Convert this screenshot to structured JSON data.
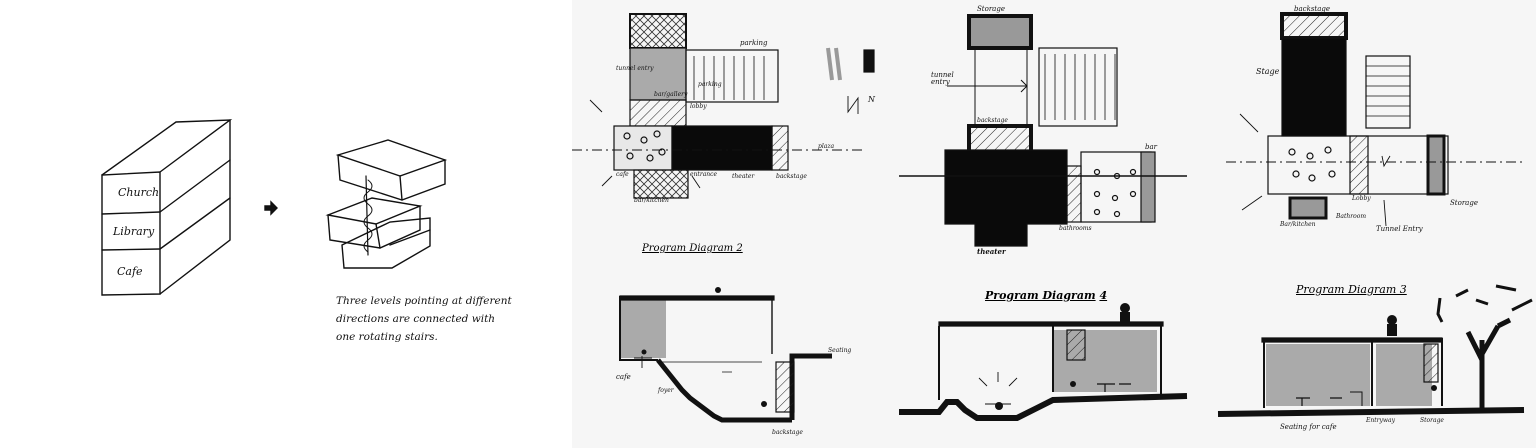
{
  "concept": {
    "stack_labels": [
      "Church",
      "Library",
      "Cafe"
    ],
    "caption_lines": [
      "Three levels pointing at different",
      "directions are connected with",
      "one rotating stairs."
    ]
  },
  "sheet_2": {
    "title": "Program Diagram 2",
    "plan_labels": {
      "parking": "parking",
      "tunnel_entry": "tunnel entry",
      "parking_small": "parking",
      "lobby": "lobby",
      "bar_gallery": "bar/gallery",
      "plaza": "plaza",
      "cafe": "cafe",
      "bar_kitchen": "bar/kitchen",
      "theater": "theater",
      "backstage": "backstage",
      "entrance": "entrance",
      "north": "N"
    },
    "section_labels": {
      "cafe": "cafe",
      "foyer": "foyer",
      "seating": "Seating",
      "backstage": "backstage"
    }
  },
  "sheet_4": {
    "title_main": "Program Diagram",
    "title_num": "4",
    "plan_labels": {
      "storage": "Storage",
      "tunnel_entry": "tunnel entry",
      "backstage": "backstage",
      "bar": "bar",
      "theater": "theater",
      "bathrooms": "bathrooms"
    }
  },
  "sheet_3": {
    "title": "Program Diagram 3",
    "plan_labels": {
      "backstage": "backstage",
      "stage": "Stage",
      "bar_kitchen": "Bar/kitchen",
      "bathroom": "Bathroom",
      "lobby": "Lobby",
      "tunnel_entry": "Tunnel Entry",
      "storage": "Storage"
    },
    "section_labels": {
      "seating_cafe": "Seating for cafe",
      "entryway": "Entryway",
      "storage": "Storage"
    }
  }
}
